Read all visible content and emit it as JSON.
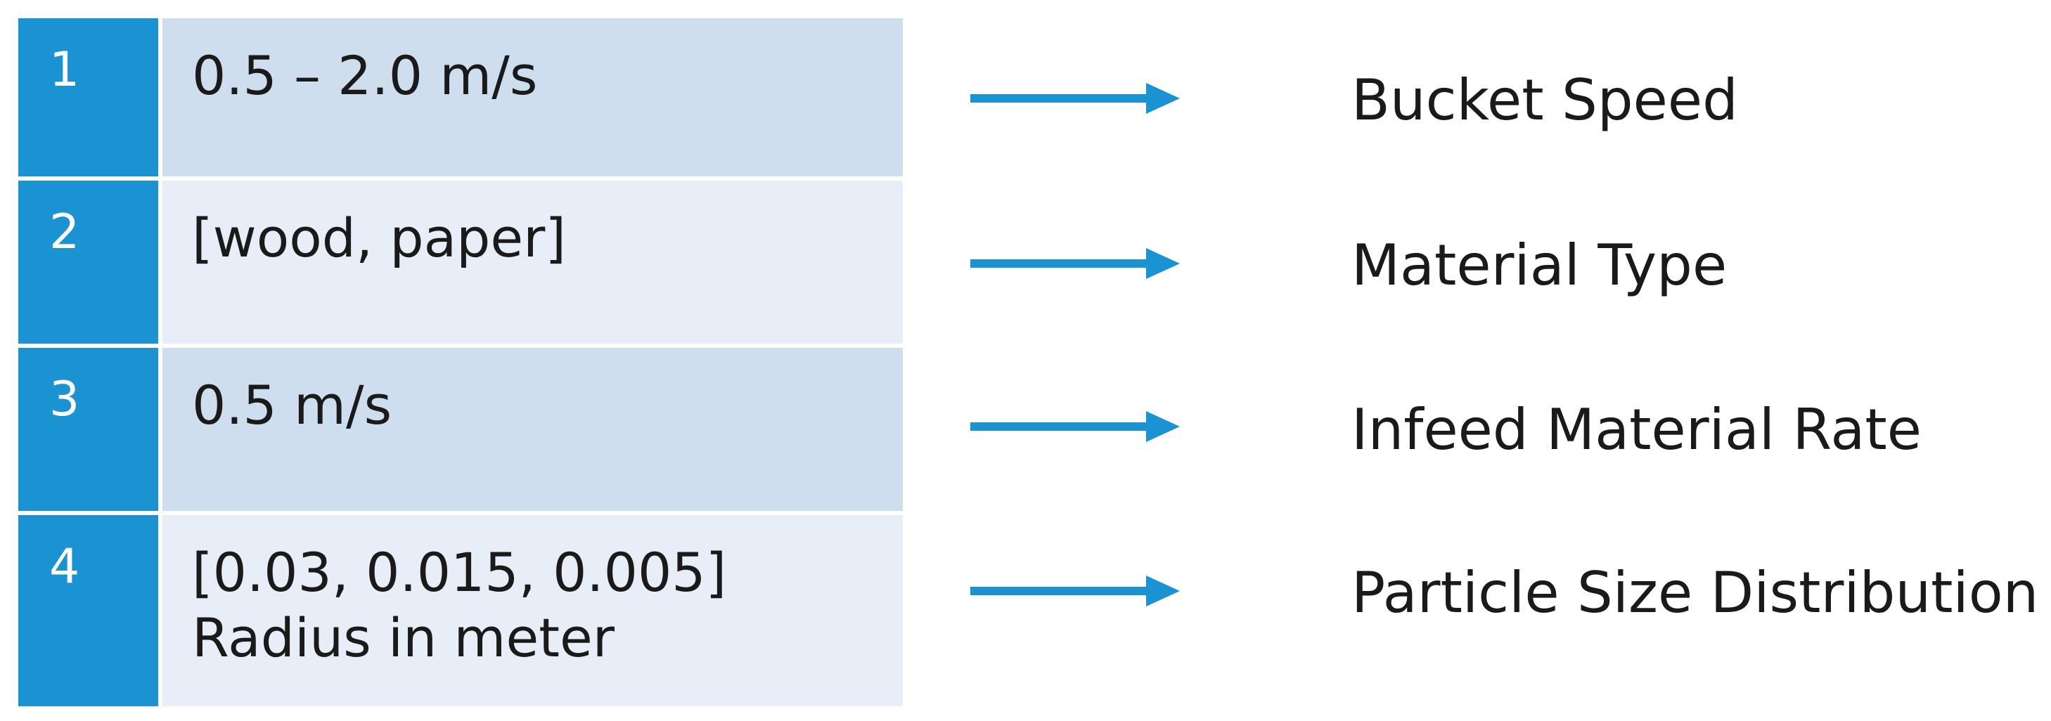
{
  "colors": {
    "number_cell": "#1b93d3",
    "row_dark": "#cfdeef",
    "row_light": "#e8eef7",
    "arrow": "#1b93d3"
  },
  "rows": [
    {
      "number": "1",
      "value": "0.5 – 2.0 m/s",
      "parameter": "Bucket Speed"
    },
    {
      "number": "2",
      "value": "[wood, paper]",
      "parameter": "Material Type"
    },
    {
      "number": "3",
      "value": "0.5 m/s",
      "parameter": "Infeed Material Rate"
    },
    {
      "number": "4",
      "value": "[0.03, 0.015, 0.005]\nRadius in meter",
      "parameter": "Particle Size Distribution"
    }
  ]
}
